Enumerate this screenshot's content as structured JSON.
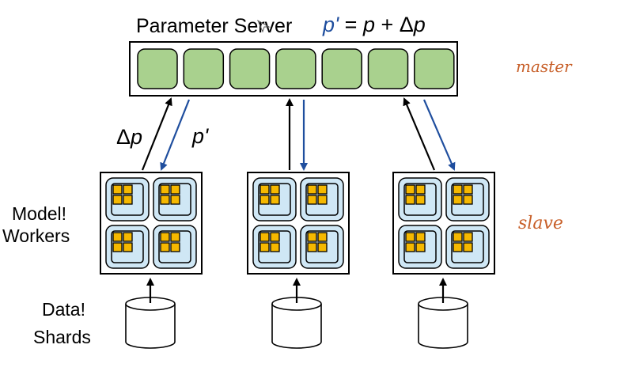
{
  "diagram": {
    "title": "Parameter Server",
    "update_rule": "p' = p + Δp",
    "push_label": "Δp",
    "pull_label": "p'",
    "workers_label_line1": "Model!",
    "workers_label_line2": "Workers",
    "shards_label_line1": "Data!",
    "shards_label_line2": "Shards",
    "master_annotation": "master",
    "slave_annotation": "slave",
    "server_cell_count": 7,
    "worker_count": 3,
    "colors": {
      "server_cell": "#a9d18e",
      "worker_tile": "#cfe7f5",
      "core": "#f5b800",
      "pull_arrow": "#1f4e9e",
      "push_arrow": "#000000",
      "annotation": "#c8602a"
    }
  }
}
